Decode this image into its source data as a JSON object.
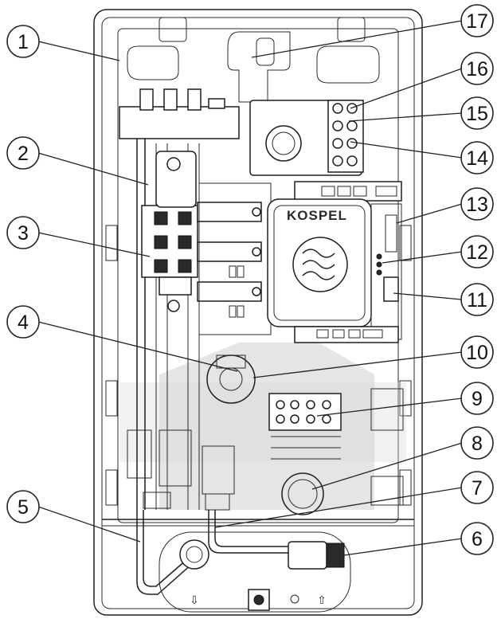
{
  "figure": {
    "brand_label": "KOSPEL",
    "callouts": [
      "1",
      "2",
      "3",
      "4",
      "5",
      "6",
      "7",
      "8",
      "9",
      "10",
      "11",
      "12",
      "13",
      "14",
      "15",
      "16",
      "17"
    ]
  }
}
